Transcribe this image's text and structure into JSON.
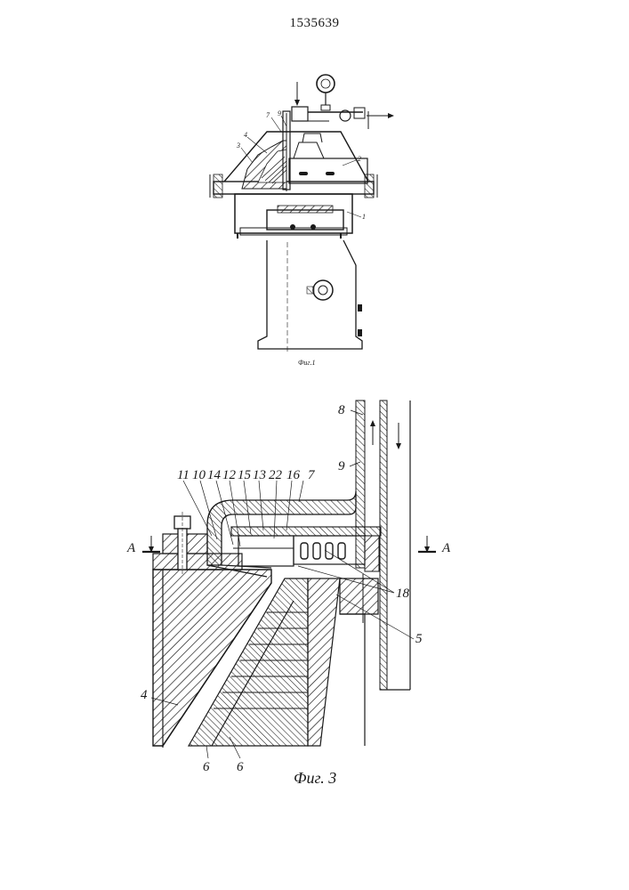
{
  "document": {
    "number": "1535639"
  },
  "figure1": {
    "caption": "Фиг.1",
    "labels": {
      "l1": "1",
      "l2": "2",
      "l3": "3",
      "l4": "4",
      "l7": "7",
      "l9": "9"
    }
  },
  "figure3": {
    "caption": "Фиг. 3",
    "section_marker": "A",
    "labels": {
      "l4": "4",
      "l5": "5",
      "l6a": "6",
      "l6b": "6",
      "l7": "7",
      "l8": "8",
      "l9": "9",
      "l10": "10",
      "l11": "11",
      "l12": "12",
      "l13": "13",
      "l14": "14",
      "l15": "15",
      "l16": "16",
      "l18": "18",
      "l22": "22"
    }
  }
}
